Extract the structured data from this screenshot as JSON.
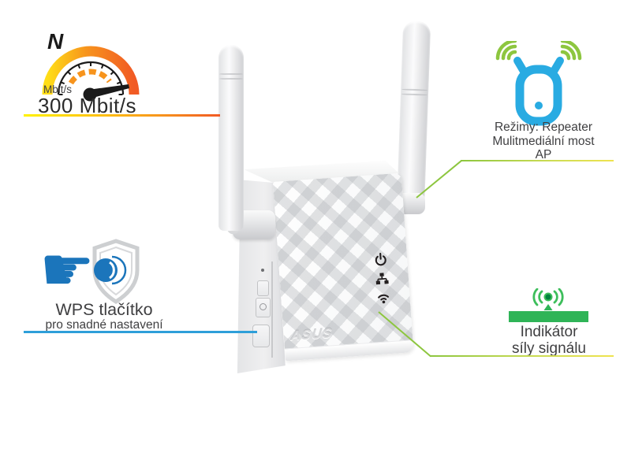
{
  "callouts": {
    "speed": {
      "compass": "N",
      "gauge_unit": "Mbit/s",
      "value": "300 Mbit/s"
    },
    "modes": {
      "lines": [
        "Režimy: Repeater",
        "Mulitmediální most",
        "AP"
      ]
    },
    "wps": {
      "title": "WPS tlačítko",
      "subtitle": "pro snadné nastavení"
    },
    "signal": {
      "lines": [
        "Indikátor",
        "síly signálu"
      ]
    }
  },
  "device": {
    "brand": "ASUS"
  },
  "icons": {
    "pointing_hand_glyph": "☛"
  },
  "colors": {
    "repeater_blue": "#29abe2",
    "wps_blue": "#1b75bb",
    "wifi_green": "#8dc63f",
    "signal_green": "#2fb457",
    "gauge_yellow": "#fff200",
    "gauge_orange": "#f7941d",
    "gauge_deep_orange": "#f15a24",
    "text": "#414042"
  }
}
